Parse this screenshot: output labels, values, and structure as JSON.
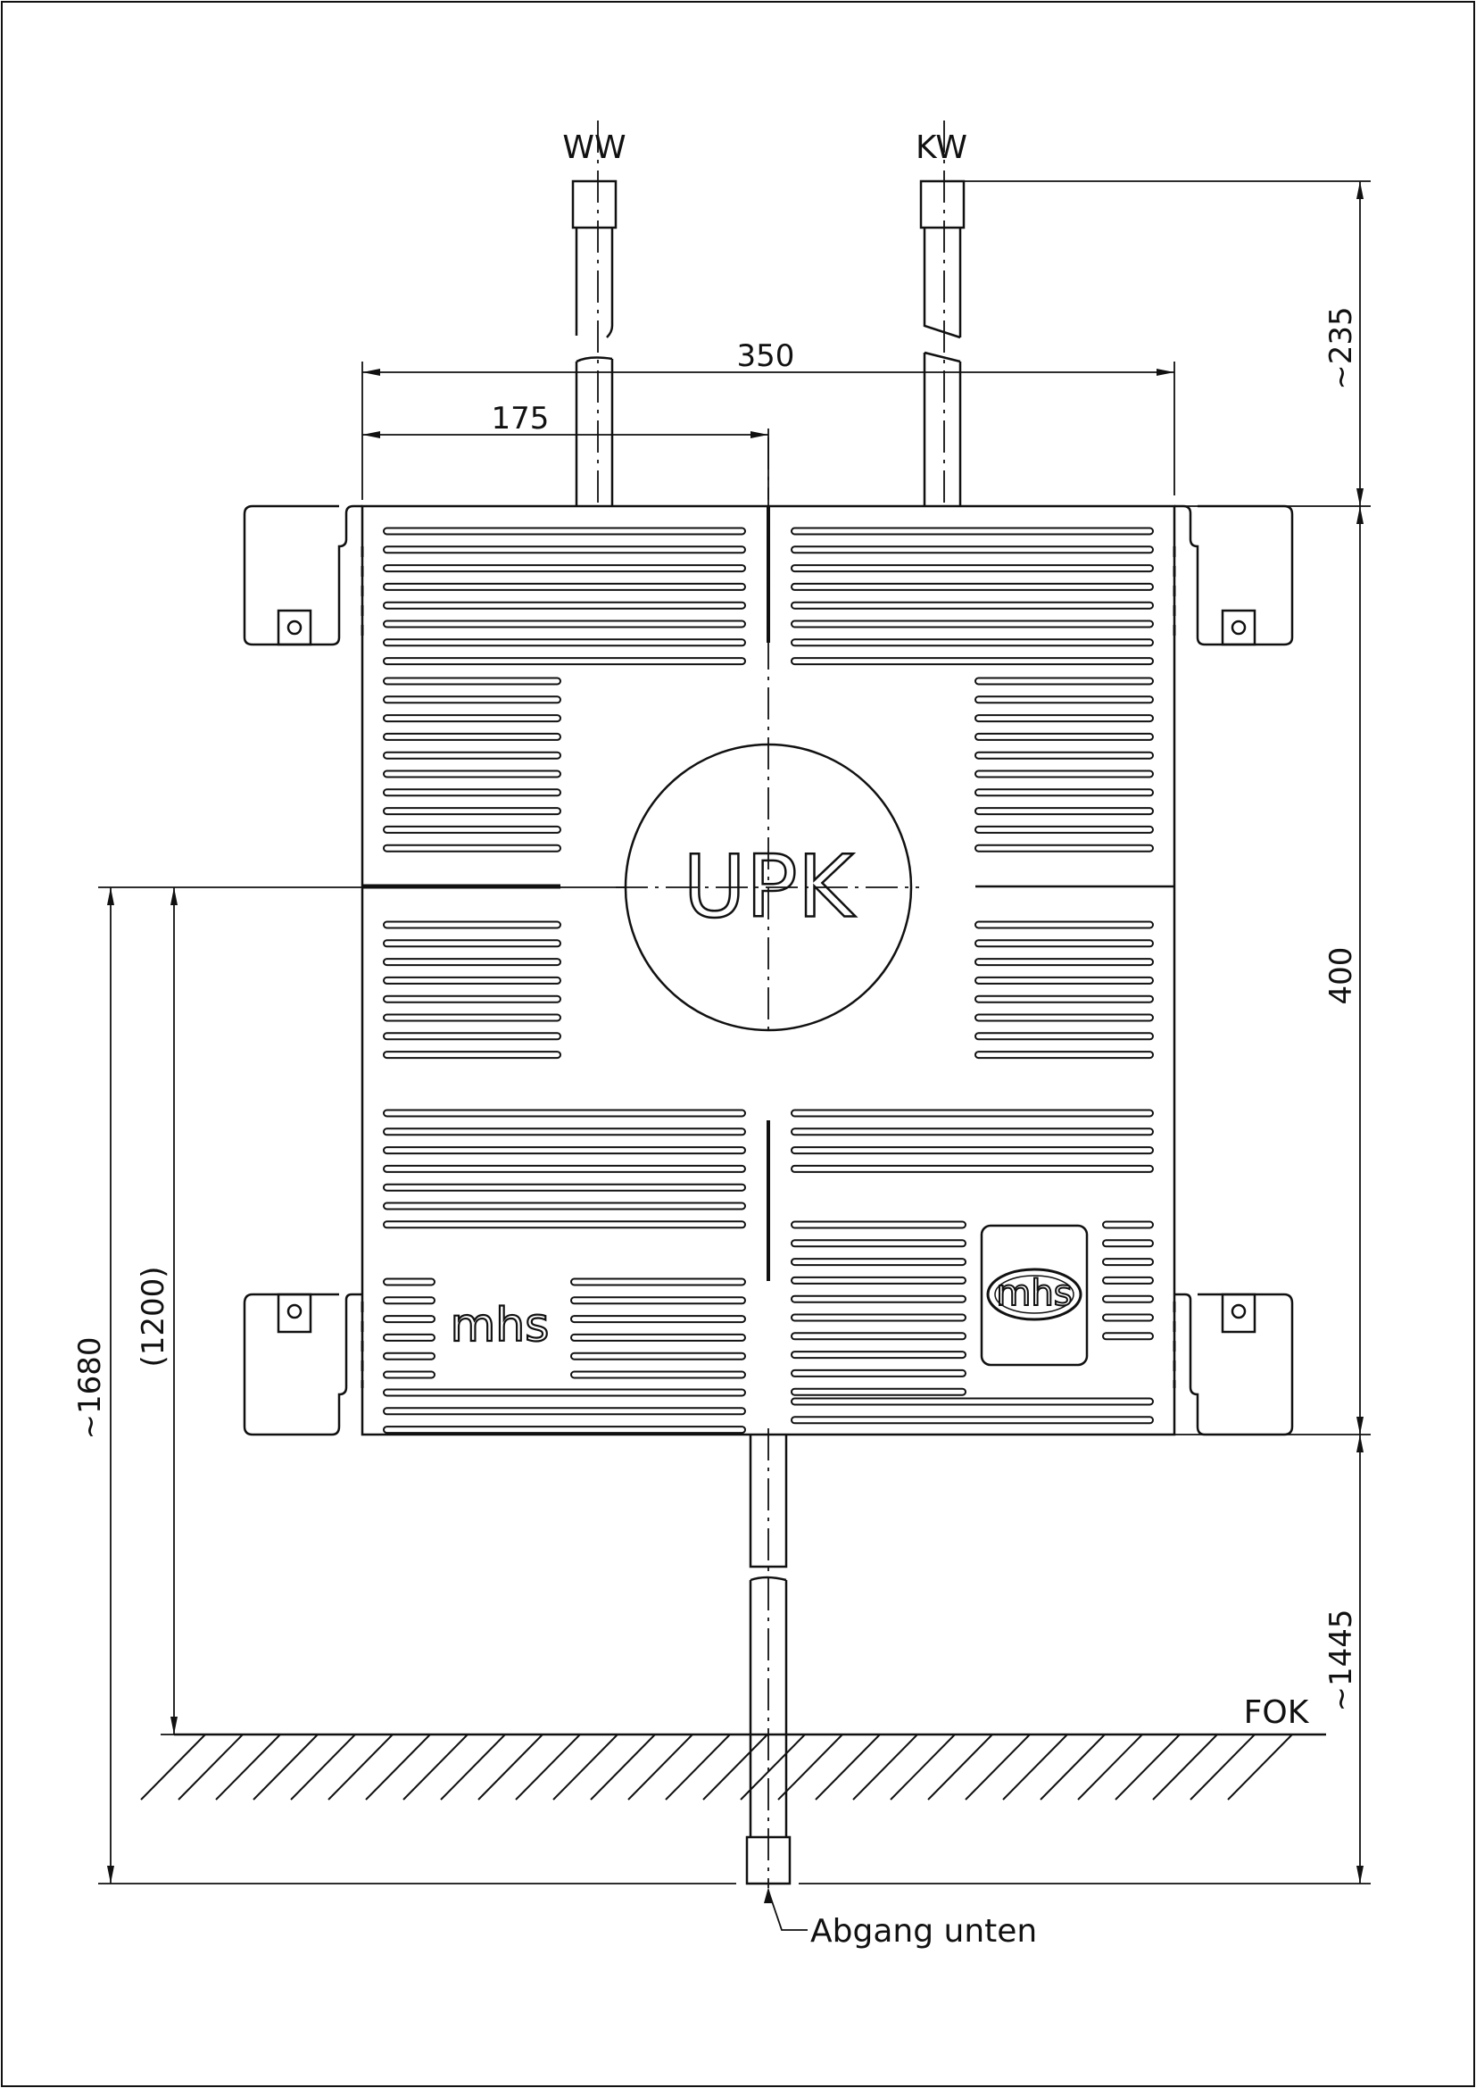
{
  "labels": {
    "hot_water": "WW",
    "cold_water": "KW",
    "floor": "FOK",
    "outlet": "Abgang unten",
    "box_name": "UPK",
    "brand": "mhs"
  },
  "dimensions": {
    "width": "350",
    "half_width": "175",
    "top_offset": "~235",
    "height": "400",
    "bottom_offset": "~1445",
    "overall": "~1680",
    "mounting_height": "(1200)"
  },
  "colors": {
    "line": "#111111",
    "background": "#ffffff"
  }
}
